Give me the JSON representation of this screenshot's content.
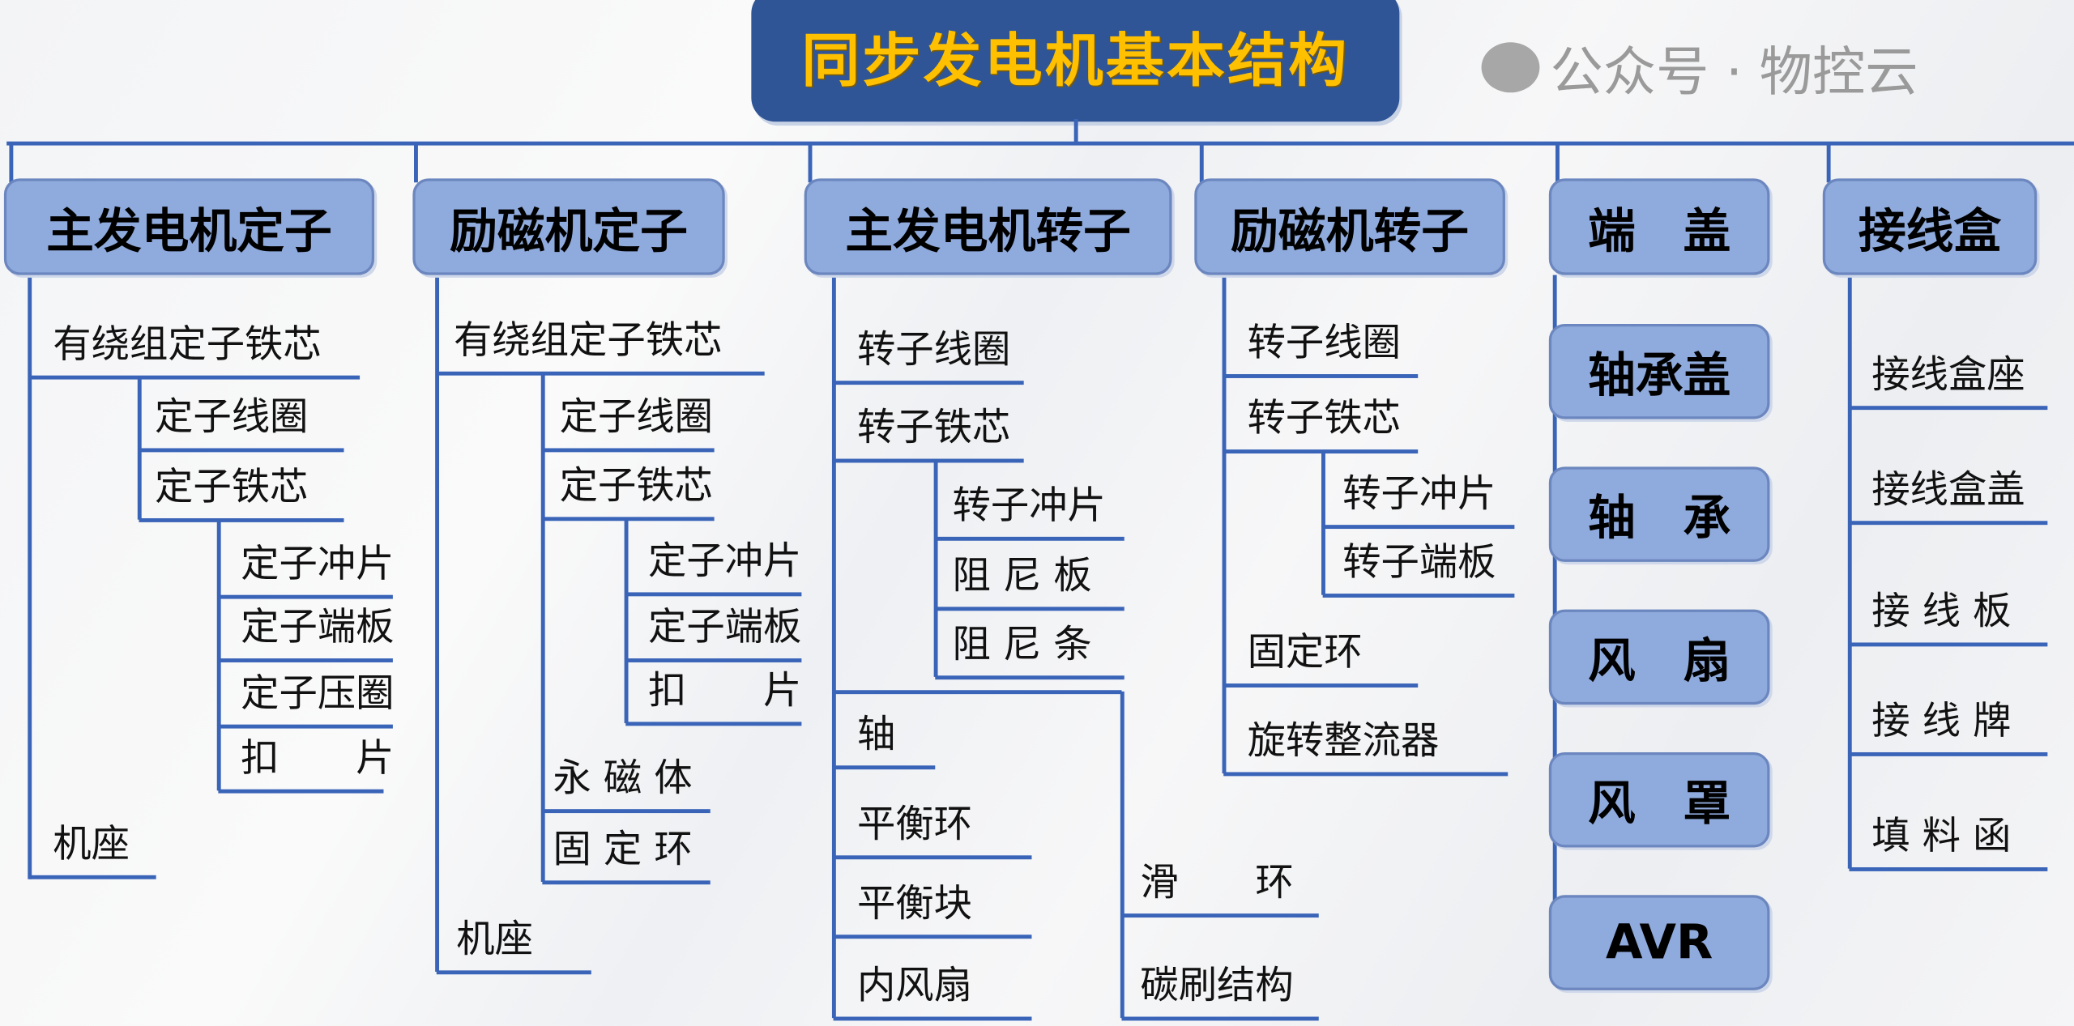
{
  "title": "同步发电机基本结构",
  "colors": {
    "title_bg": "#2f5597",
    "title_text": "#ffc000",
    "box_fill": "#8faadc",
    "line": "#3a64b8"
  },
  "columns": [
    {
      "header": "主发电机定子",
      "items": [
        "有绕组定子铁芯",
        "定子线圈",
        "定子铁芯",
        "定子冲片",
        "定子端板",
        "定子压圈",
        "扣　　片",
        "机座"
      ]
    },
    {
      "header": "励磁机定子",
      "items": [
        "有绕组定子铁芯",
        "定子线圈",
        "定子铁芯",
        "定子冲片",
        "定子端板",
        "扣　　片",
        "永 磁 体",
        "固 定 环",
        "机座"
      ]
    },
    {
      "header": "主发电机转子",
      "items": [
        "转子线圈",
        "转子铁芯",
        "转子冲片",
        "阻 尼 板",
        "阻 尼 条",
        "轴",
        "平衡环",
        "平衡块",
        "内风扇",
        "滑　　环",
        "碳刷结构"
      ]
    },
    {
      "header": "励磁机转子",
      "items": [
        "转子线圈",
        "转子铁芯",
        "转子冲片",
        "转子端板",
        "固定环",
        "旋转整流器"
      ]
    },
    {
      "header": "端　盖",
      "boxes": [
        "轴承盖",
        "轴　承",
        "风　扇",
        "风　罩",
        "AVR"
      ]
    },
    {
      "header": "接线盒",
      "items": [
        "接线盒座",
        "接线盒盖",
        "接 线 板",
        "接 线 牌",
        "填 料 函"
      ]
    }
  ],
  "watermark": "公众号 · 物控云"
}
